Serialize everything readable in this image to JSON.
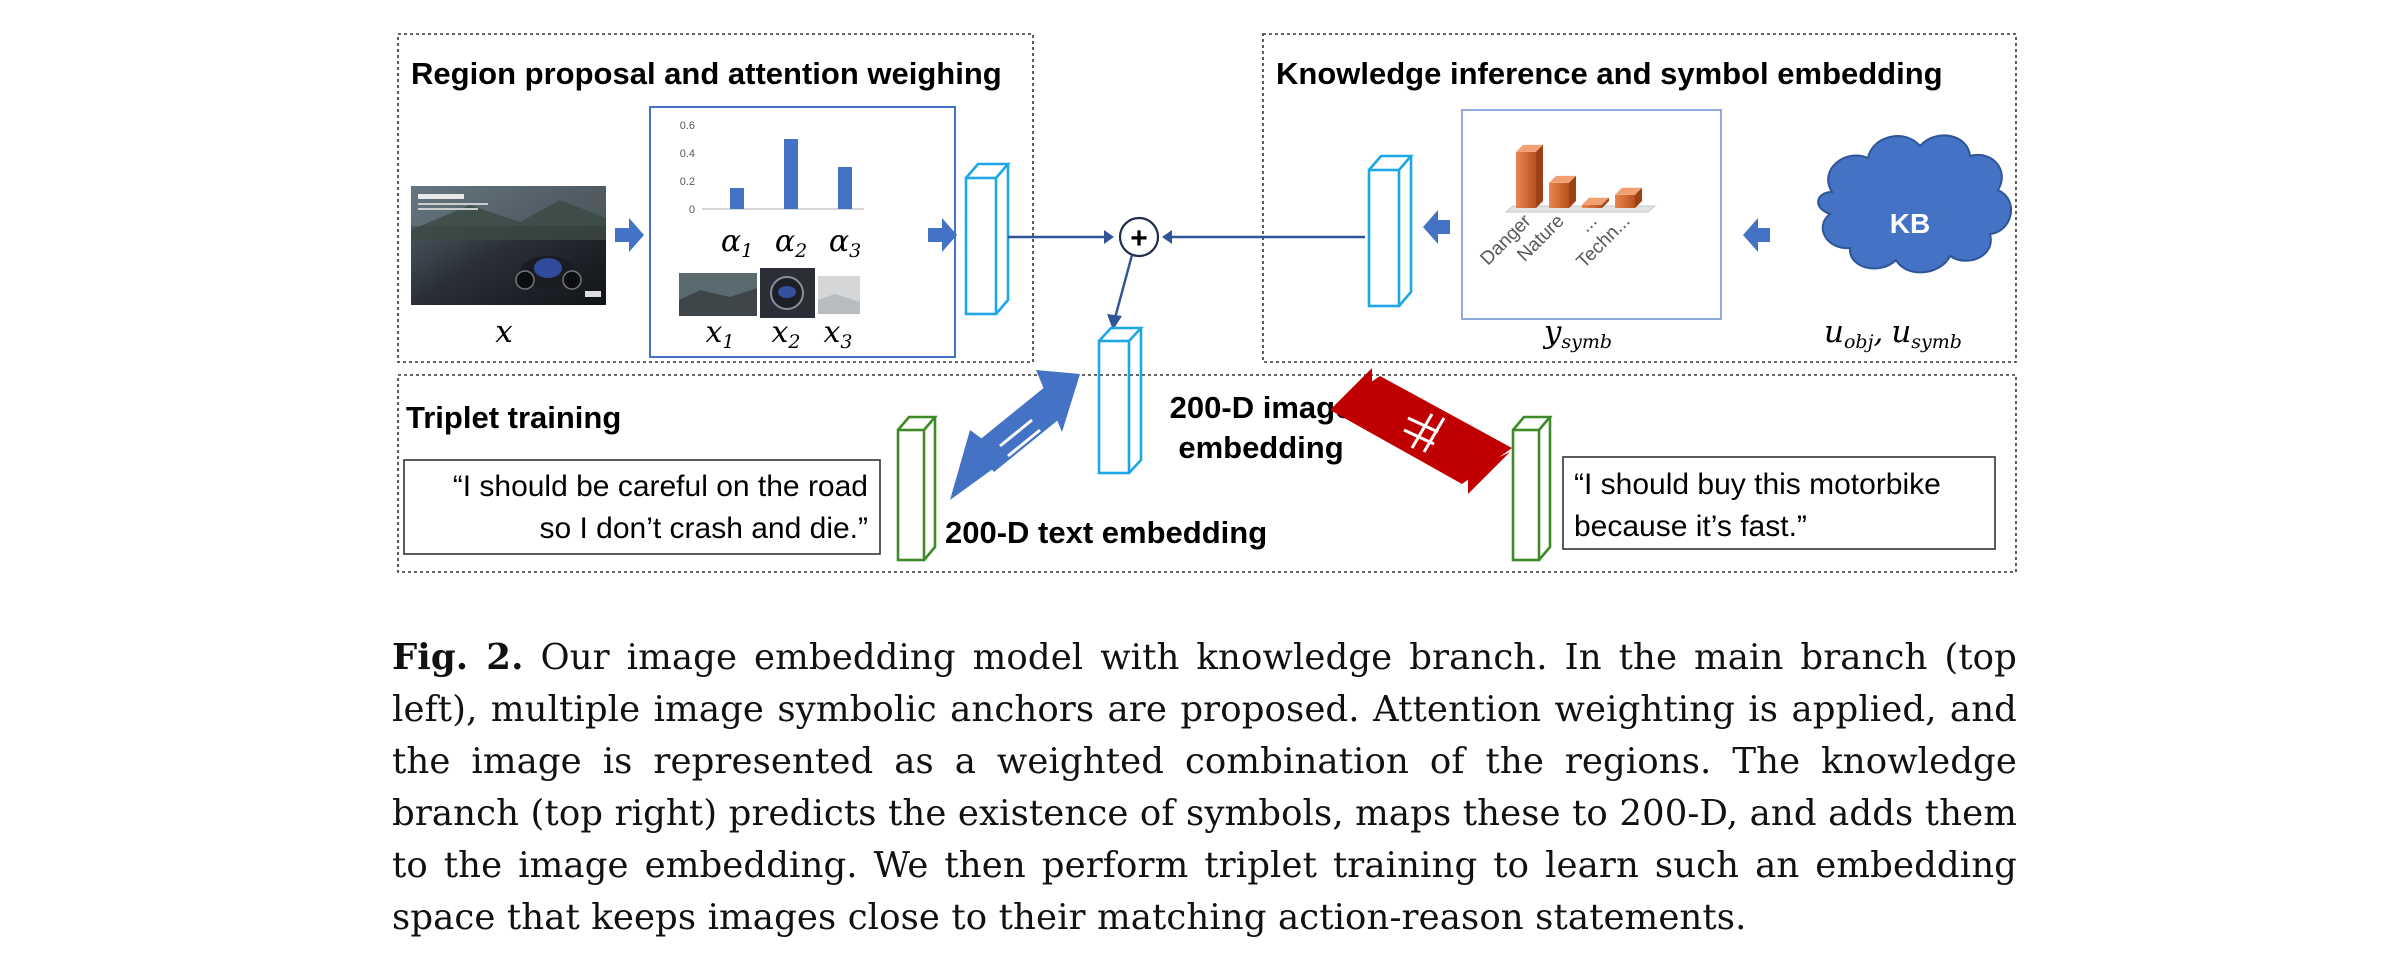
{
  "panels": {
    "region": {
      "title": "Region proposal and attention weighing",
      "input_label": "x"
    },
    "knowledge": {
      "title": "Knowledge inference and symbol embedding",
      "y_label": "y",
      "y_sub": "symb",
      "kb_label": "KB",
      "u1": "u",
      "u1_sub": "obj",
      "u_sep": ",",
      "u2": "u",
      "u2_sub": "symb"
    },
    "triplet": {
      "title": "Triplet training",
      "positive_text_line1": "“I should be careful on the road",
      "positive_text_line2": "so I don’t crash and die.”",
      "negative_text_line1": "“I should buy this motorbike",
      "negative_text_line2": "because it’s fast.”",
      "image_embedding_line1": "200-D image",
      "image_embedding_line2": "embedding",
      "text_embedding": "200-D text embedding"
    }
  },
  "plus_symbol": "+",
  "attention_chart": {
    "type": "bar",
    "categories": [
      "α",
      "α",
      "α"
    ],
    "category_subscripts": [
      "1",
      "2",
      "3"
    ],
    "values": [
      0.15,
      0.5,
      0.3
    ],
    "ylim": [
      0,
      0.6
    ],
    "yticks": [
      "0",
      "0.2",
      "0.4",
      "0.6"
    ],
    "region_labels": [
      "x",
      "x",
      "x"
    ],
    "region_subscripts": [
      "1",
      "2",
      "3"
    ],
    "color": "#4472c4"
  },
  "chart_data": {
    "type": "bar",
    "categories": [
      "Danger",
      "Nature",
      "...",
      "Techn..."
    ],
    "values": [
      0.85,
      0.38,
      0.05,
      0.2
    ],
    "ylim": [
      0,
      1
    ],
    "color": "#d9622b"
  },
  "colors": {
    "cyan": "#1ea7e6",
    "green": "#3e8a26",
    "blue_arrow": "#4472c4",
    "red_arrow": "#c00000",
    "kb": "#4472c4"
  },
  "caption": {
    "label": "Fig. 2.",
    "text": "Our image embedding model with knowledge branch. In the main branch (top left), multiple image symbolic anchors are proposed. Attention weighting is applied, and the image is represented as a weighted combination of the regions. The knowledge branch (top right) predicts the existence of symbols, maps these to 200-D, and adds them to the image embedding. We then perform triplet training to learn such an embedding space that keeps images close to their matching action-reason statements."
  }
}
